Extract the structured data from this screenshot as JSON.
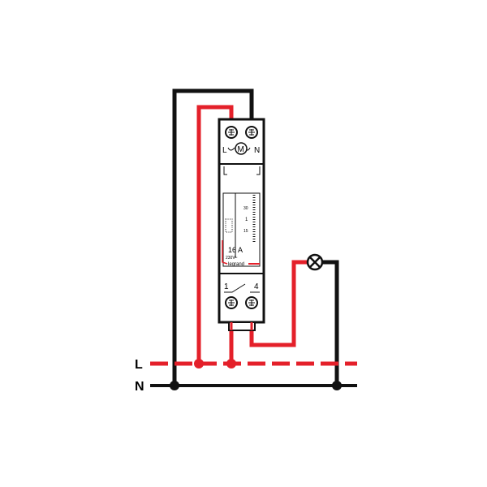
{
  "bus_labels": {
    "live": "L",
    "neutral": "N"
  },
  "device": {
    "top_terminal_left": "L",
    "top_terminal_right": "N",
    "motor_symbol": "M",
    "contact_left": "1",
    "contact_right": "4",
    "rating": "16 A",
    "voltage": "230V~",
    "brand": "legrand",
    "dial_marks": [
      "30",
      "1",
      "15"
    ]
  },
  "colors": {
    "live": "#e4202a",
    "neutral": "#111111"
  }
}
